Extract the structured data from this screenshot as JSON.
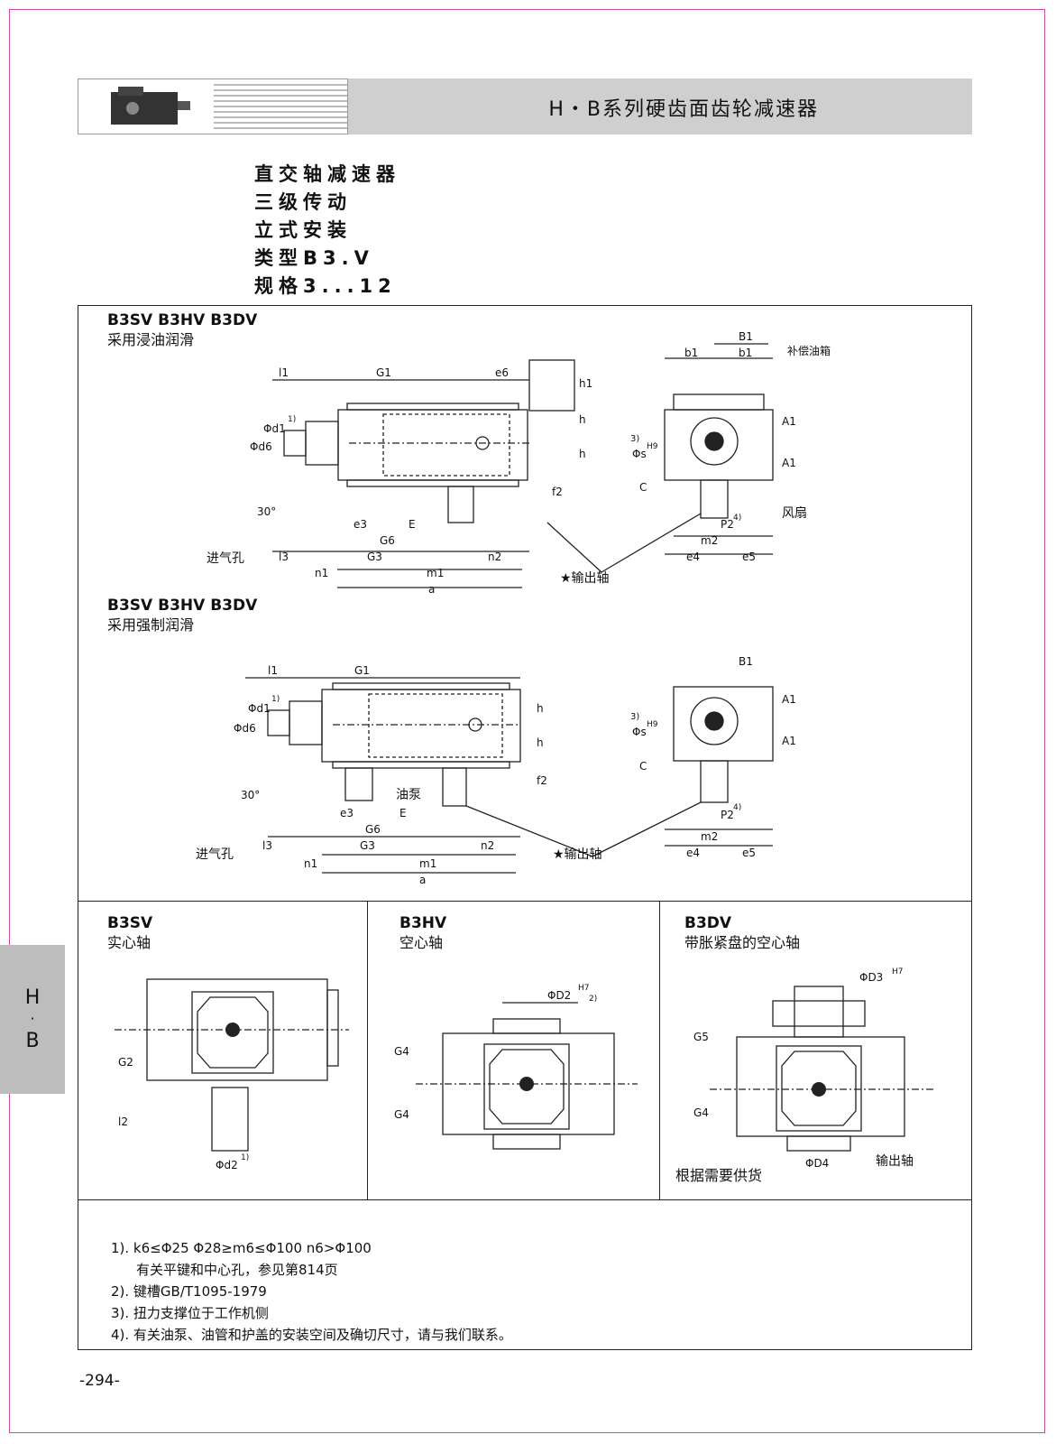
{
  "header": {
    "title": "H・B系列硬齿面齿轮减速器"
  },
  "headings": [
    "直交轴减速器",
    "三级传动",
    "立式安装",
    "类型B3.V",
    "规格3...12"
  ],
  "section1": {
    "title": "B3SV B3HV B3DV",
    "subtitle": "采用浸油润滑",
    "labels": {
      "air_inlet": "进气孔",
      "output_shaft": "★输出轴",
      "fan": "风扇",
      "oil_tank": "补偿油箱"
    }
  },
  "section2": {
    "title": "B3SV B3HV B3DV",
    "subtitle": "采用强制润滑",
    "labels": {
      "air_inlet": "进气孔",
      "output_shaft": "★输出轴",
      "oil_pump": "油泵"
    }
  },
  "variants": [
    {
      "code": "B3SV",
      "name": "实心轴"
    },
    {
      "code": "B3HV",
      "name": "空心轴"
    },
    {
      "code": "B3DV",
      "name": "带胀紧盘的空心轴",
      "note": "根据需要供货",
      "output_label": "输出轴"
    }
  ],
  "dims": {
    "l1": "l1",
    "G1": "G1",
    "e6": "e6",
    "h1": "h1",
    "h": "h",
    "d6": "Φd6",
    "d1": "Φd1",
    "sup1": "1)",
    "f2": "f2",
    "e3": "e3",
    "E": "E",
    "G6": "G6",
    "G3": "G3",
    "n2": "n2",
    "l3": "l3",
    "n1": "n1",
    "m1": "m1",
    "a": "a",
    "B1": "B1",
    "b1": "b1",
    "A1": "A1",
    "s": "Φs",
    "H9": "H9",
    "sup3": "3)",
    "C": "C",
    "P2": "P2",
    "sup4": "4)",
    "m2": "m2",
    "e4": "e4",
    "e5": "e5",
    "angle": "30°",
    "G2": "G2",
    "l2": "l2",
    "d2": "Φd2",
    "D2": "ΦD2",
    "H7": "H7",
    "sup2": "2)",
    "G4": "G4",
    "D3": "ΦD3",
    "G5": "G5",
    "D4": "ΦD4"
  },
  "notes": [
    "1). k6≤Φ25  Φ28≥m6≤Φ100  n6>Φ100",
    "有关平键和中心孔，参见第814页",
    "2). 键槽GB/T1095-1979",
    "3). 扭力支撑位于工作机侧",
    "4). 有关油泵、油管和护盖的安装空间及确切尺寸，请与我们联系。"
  ],
  "side_tab": [
    "H",
    "·",
    "B"
  ],
  "page_number": "-294-"
}
